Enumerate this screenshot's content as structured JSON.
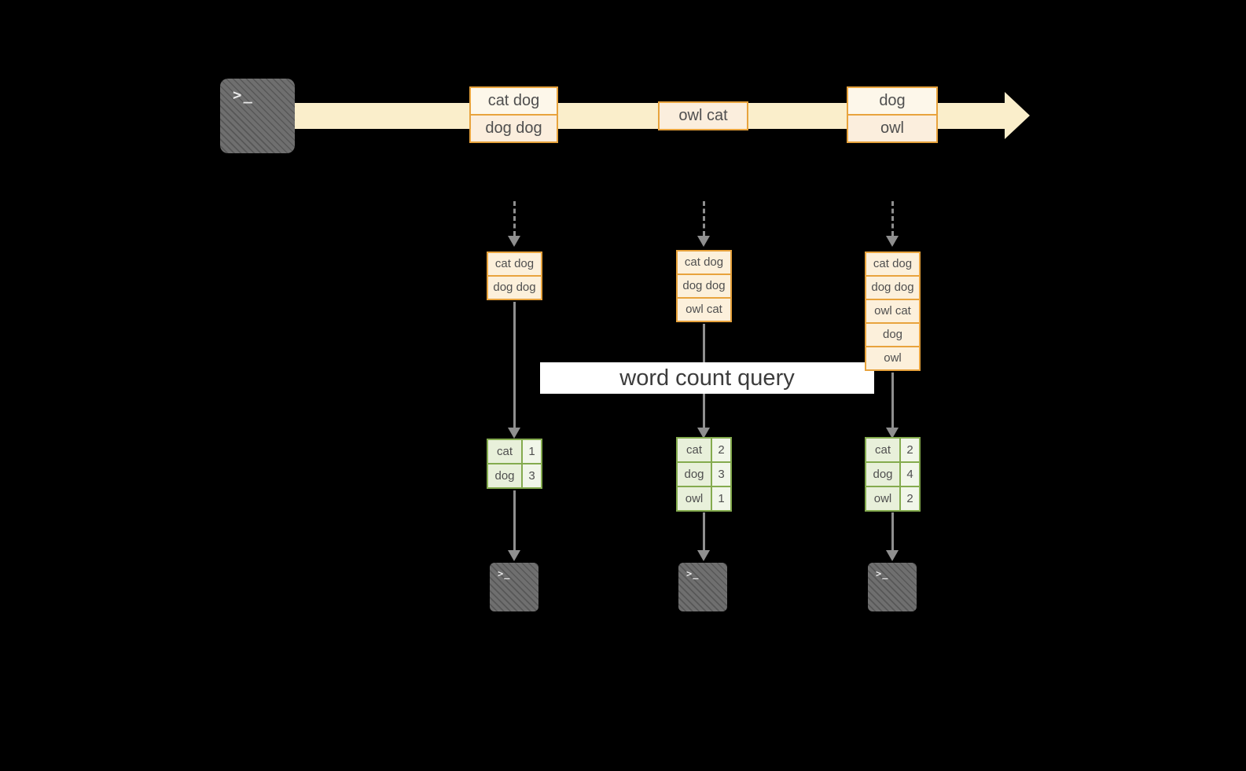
{
  "colors": {
    "background": "#000000",
    "timeline_band": "#faeecb",
    "box_border_orange": "#e8a33d",
    "box_fill_light": "#fdf7ea",
    "box_fill_cream": "#fbeedd",
    "batch_fill": "#fcf0db",
    "table_border_green": "#84ab4e",
    "table_fill_green": "#e8f0da",
    "arrow_gray": "#8f8f8f",
    "terminal_gray": "#6f6f6f",
    "banner_bg": "#ffffff"
  },
  "icons": {
    "terminal_glyph": ">_"
  },
  "timeline": {
    "inputs": [
      {
        "lines": [
          "cat dog",
          "dog dog"
        ]
      },
      {
        "lines": [
          "owl cat"
        ]
      },
      {
        "lines": [
          "dog",
          "owl"
        ]
      }
    ]
  },
  "query": {
    "label": "word count query"
  },
  "columns": [
    {
      "batch": [
        "cat dog",
        "dog dog"
      ],
      "counts": [
        [
          "cat",
          "1"
        ],
        [
          "dog",
          "3"
        ]
      ]
    },
    {
      "batch": [
        "cat dog",
        "dog dog",
        "owl cat"
      ],
      "counts": [
        [
          "cat",
          "2"
        ],
        [
          "dog",
          "3"
        ],
        [
          "owl",
          "1"
        ]
      ]
    },
    {
      "batch": [
        "cat dog",
        "dog dog",
        "owl cat",
        "dog",
        "owl"
      ],
      "counts": [
        [
          "cat",
          "2"
        ],
        [
          "dog",
          "4"
        ],
        [
          "owl",
          "2"
        ]
      ]
    }
  ]
}
